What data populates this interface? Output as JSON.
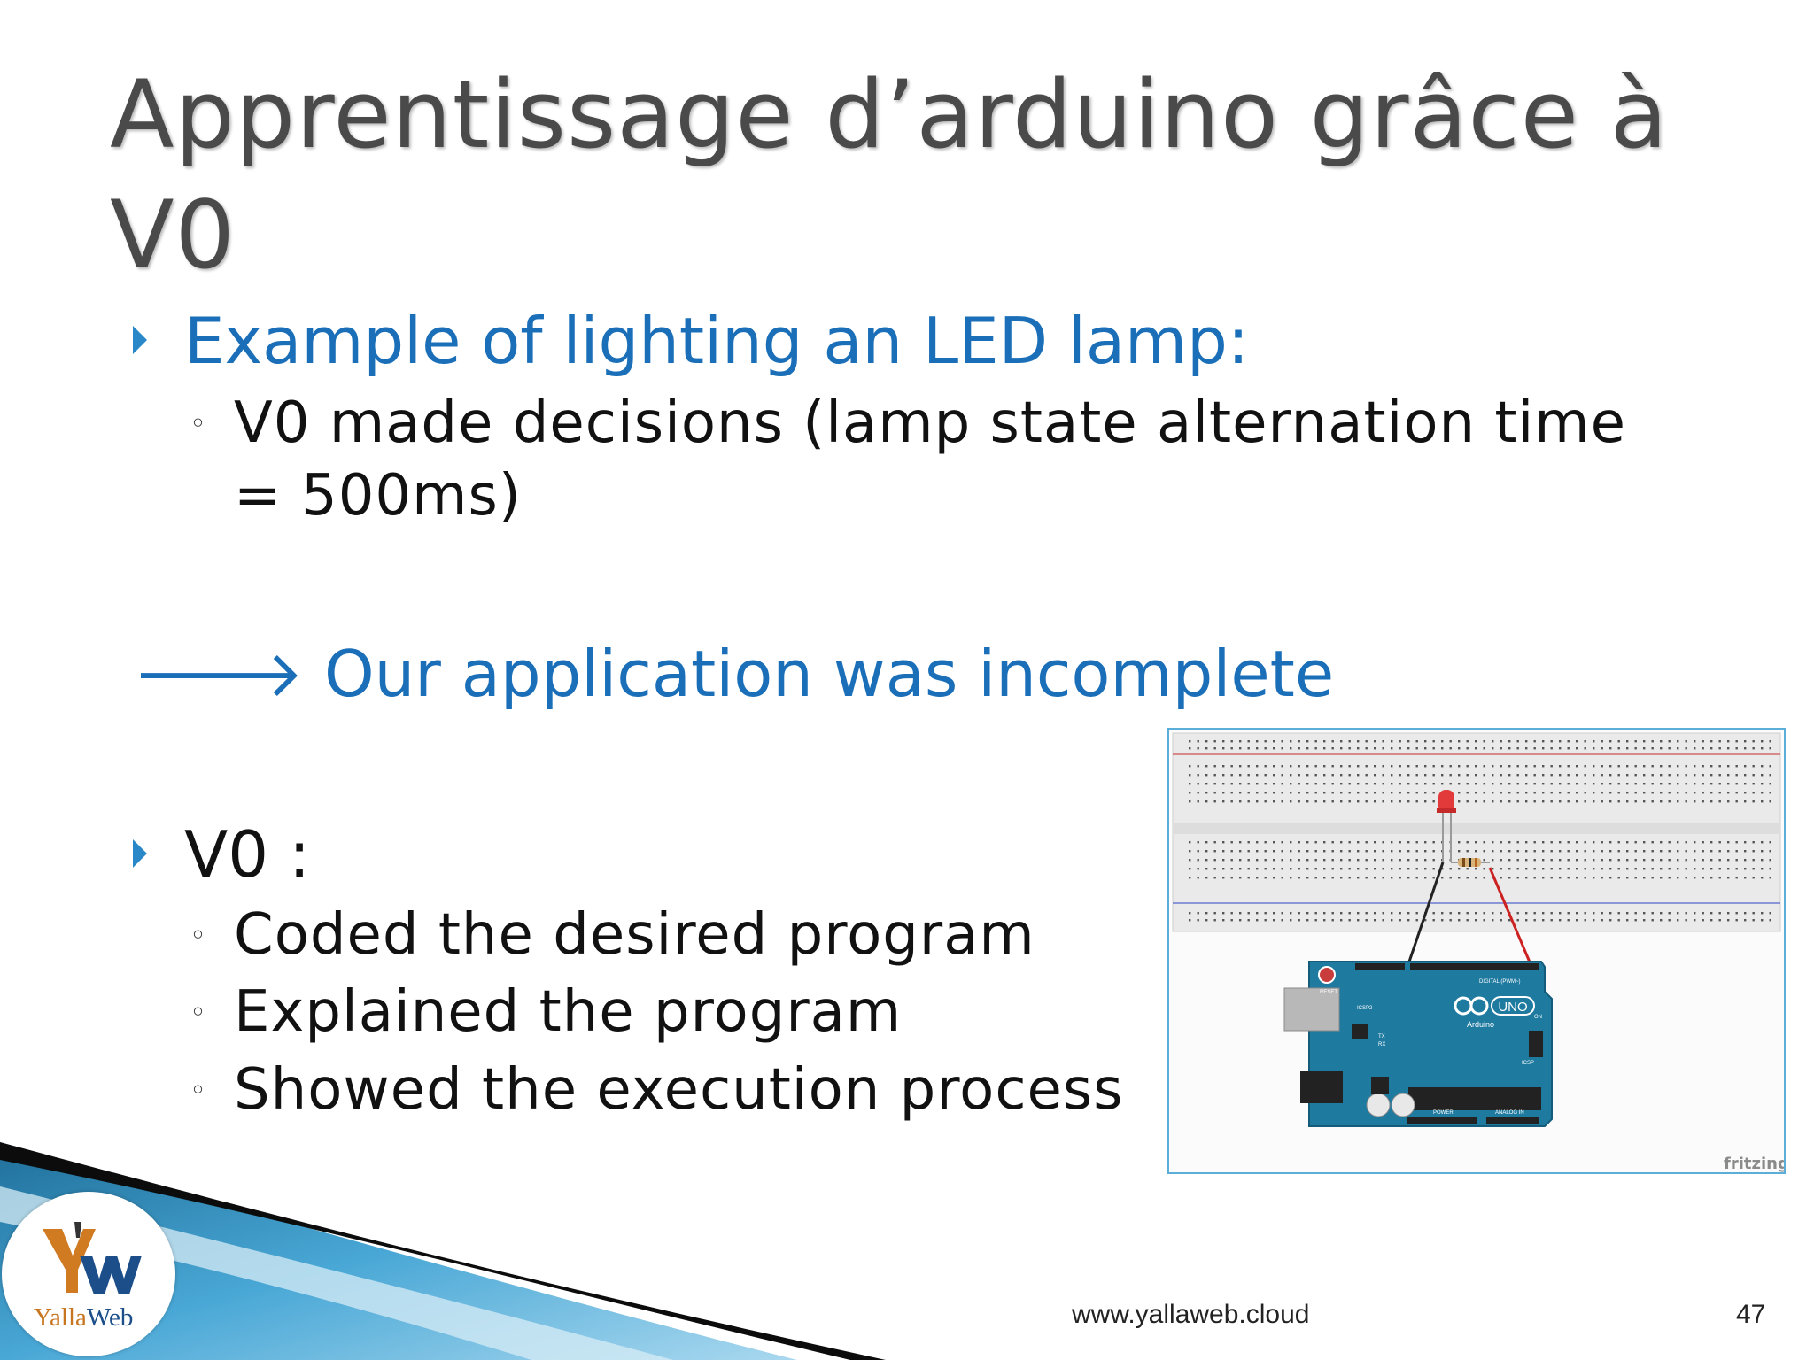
{
  "title": "Apprentissage d’arduino grâce à V0",
  "bullets": {
    "example": "Example of lighting an LED lamp:",
    "example_sub": "V0 made decisions (lamp state alternation time = 500ms)",
    "conclusion": "🡒 Our application was incomplete",
    "v0": "V0 :",
    "v0_items": [
      "Coded the desired program",
      "Explained the program",
      "Showed the execution process"
    ]
  },
  "diagram": {
    "watermark": "fritzing",
    "board_labels": [
      "RESET",
      "ICSP2",
      "DIGITAL (PWM~)",
      "UNO",
      "Arduino",
      "TX",
      "RX",
      "ON",
      "ICSP",
      "POWER",
      "ANALOG IN"
    ]
  },
  "logo": {
    "text_part1": "Yalla",
    "text_part2": "Web"
  },
  "footer": {
    "url": "www.yallaweb.cloud",
    "page_number": "47"
  },
  "colors": {
    "accent": "#1a6fb8",
    "bullet": "#2a87c8",
    "title": "#4a4a4a",
    "board": "#1f7aa0"
  }
}
